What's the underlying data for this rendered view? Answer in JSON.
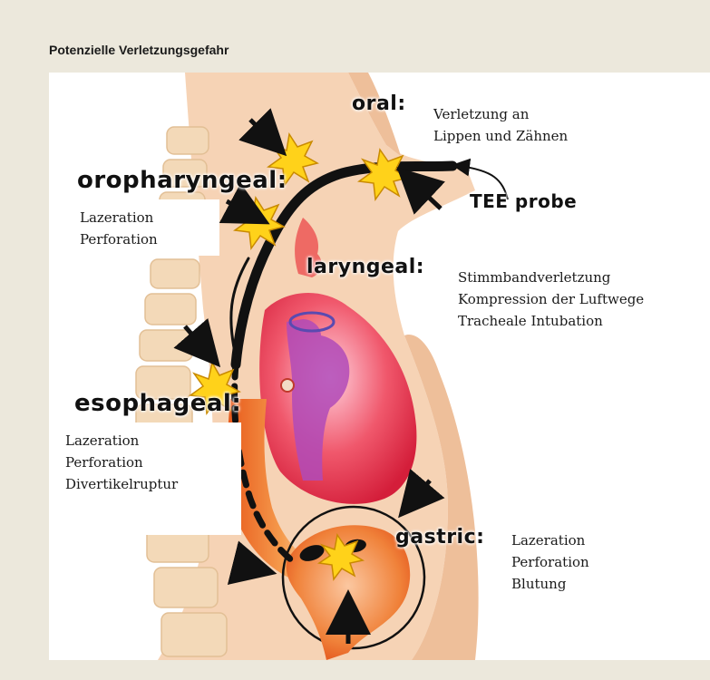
{
  "figure": {
    "title": "Potenzielle Verletzungsgefahr"
  },
  "regions": {
    "oral": {
      "label": "oral:",
      "notes": [
        "Verletzung an",
        "Lippen und Zähnen"
      ]
    },
    "oropharyngeal": {
      "label": "oropharyngeal:",
      "notes": [
        "Lazeration",
        "Perforation"
      ]
    },
    "laryngeal": {
      "label": "laryngeal:",
      "notes": [
        "Stimmbandverletzung",
        "Kompression der Luftwege",
        "Tracheale Intubation"
      ]
    },
    "esophageal": {
      "label": "esophageal:",
      "notes": [
        "Lazeration",
        "Perforation",
        "Divertikelruptur"
      ]
    },
    "gastric": {
      "label": "gastric:",
      "notes": [
        "Lazeration",
        "Perforation",
        "Blutung"
      ]
    }
  },
  "probe": {
    "label": "TEE probe"
  },
  "colors": {
    "background": "#ece8dc",
    "skin": "#f6d3b5",
    "skin_shadow": "#eebf9a",
    "heart": "#e23a4a",
    "vessel": "#b04ab8",
    "esophagus": "#f07a2c",
    "probe": "#000000",
    "spine": "#f3d9b8",
    "injury_burst": "#ffd21a"
  }
}
